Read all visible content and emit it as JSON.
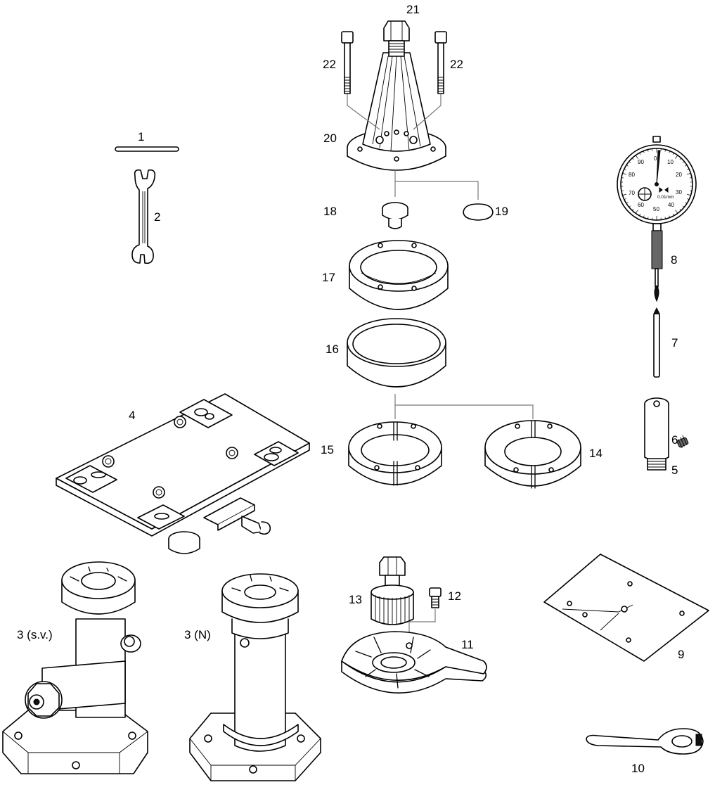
{
  "diagram": {
    "labels": {
      "p1": "1",
      "p2": "2",
      "p3sv": "3 (s.v.)",
      "p3n": "3 (N)",
      "p4": "4",
      "p5": "5",
      "p6": "6",
      "p7": "7",
      "p8": "8",
      "p9": "9",
      "p10": "10",
      "p11": "11",
      "p12": "12",
      "p13": "13",
      "p14": "14",
      "p15": "15",
      "p16": "16",
      "p17": "17",
      "p18": "18",
      "p19": "19",
      "p20": "20",
      "p21": "21",
      "p22a": "22",
      "p22b": "22"
    },
    "dial": {
      "scale": [
        "0",
        "10",
        "20",
        "30",
        "40",
        "50",
        "60",
        "70",
        "80",
        "90"
      ],
      "unit": "0.01mm"
    }
  }
}
